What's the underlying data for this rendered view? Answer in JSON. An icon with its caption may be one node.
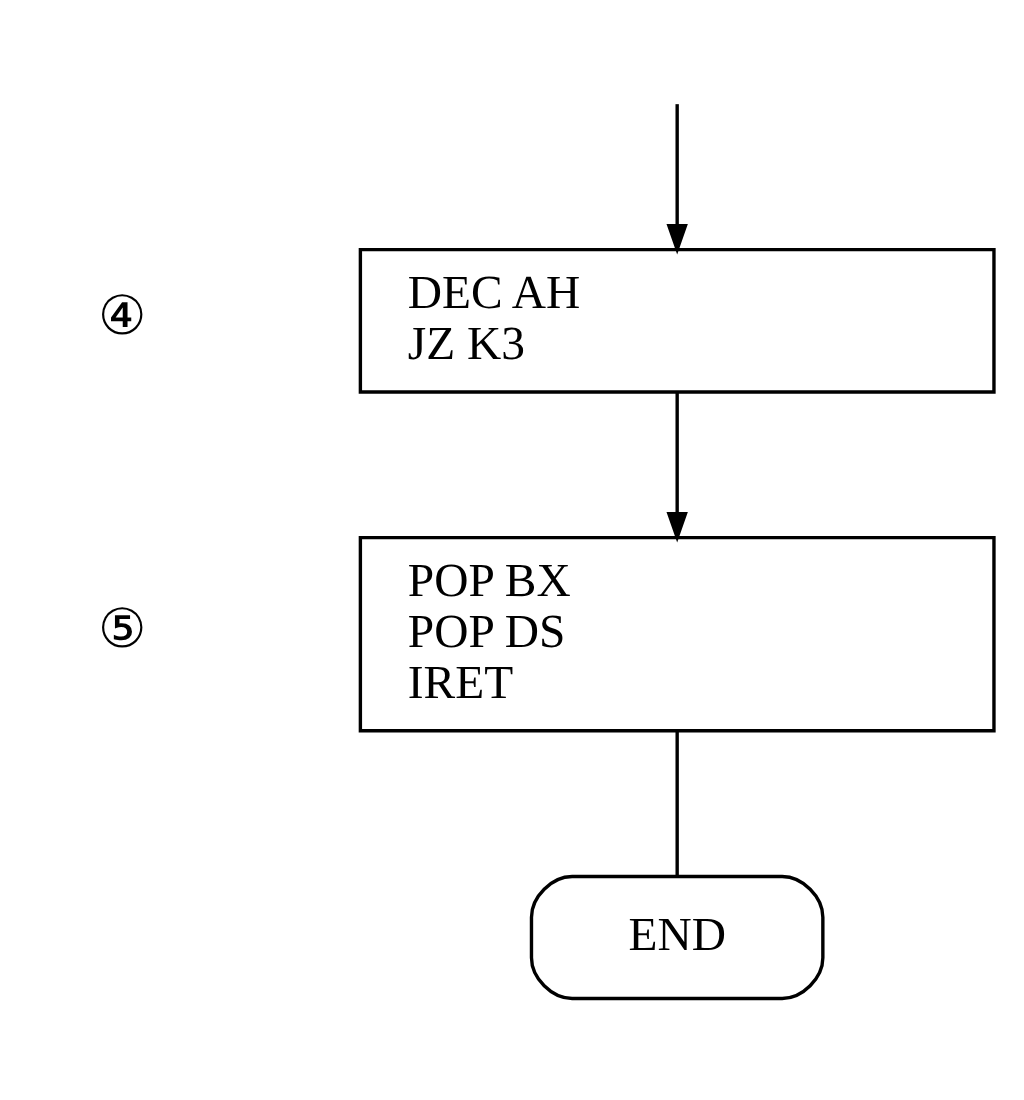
{
  "diagram": {
    "nodes": [
      {
        "text": [
          "DEC AH",
          "JZ K3"
        ],
        "beside": [
          "④"
        ]
      },
      {
        "text": [
          "POP BX",
          "POP DS",
          "IRET"
        ],
        "beside": [
          "⑤"
        ]
      },
      {
        "text": [
          "END"
        ]
      }
    ],
    "edges": [
      {
        "from": null,
        "to": 0,
        "arrow": "to"
      },
      {
        "from": 0,
        "to": 1,
        "arrow": "to"
      },
      {
        "from": 1,
        "to": 2,
        "arrow": "none"
      }
    ]
  }
}
